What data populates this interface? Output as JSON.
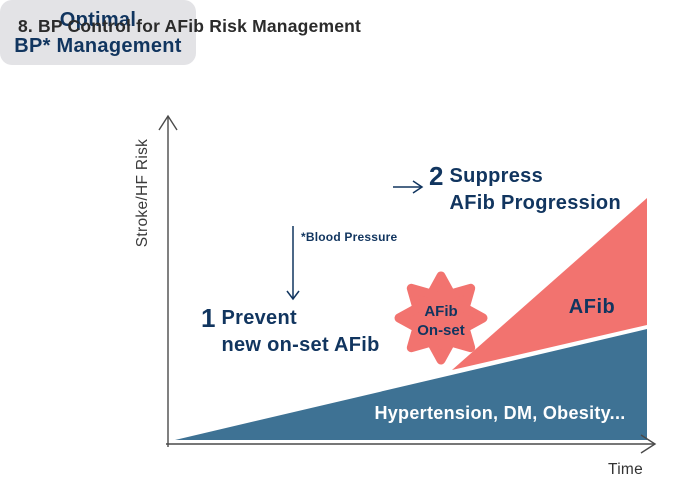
{
  "title": "8. BP Control for AFib Risk Management",
  "axes": {
    "y_label": "Stroke/HF Risk",
    "x_label": "Time"
  },
  "box": {
    "line1": "Optimal",
    "line2": "BP* Management",
    "footnote": "*Blood Pressure"
  },
  "steps": [
    {
      "number": "1",
      "action": "Prevent",
      "detail": "new on-set AFib"
    },
    {
      "number": "2",
      "action": "Suppress",
      "detail": "AFib Progression"
    }
  ],
  "burst": {
    "line1": "AFib",
    "line2": "On-set",
    "color": "#f2736f"
  },
  "regions": [
    {
      "label": "AFib",
      "color": "#f2736f"
    },
    {
      "label": "Hypertension, DM, Obesity...",
      "color": "#3e7294"
    }
  ],
  "colors": {
    "navy_text": "#11355f",
    "box_gray": "#e3e3e6",
    "axis_gray": "#4a4a4a",
    "title_text": "#2b2b2b"
  }
}
